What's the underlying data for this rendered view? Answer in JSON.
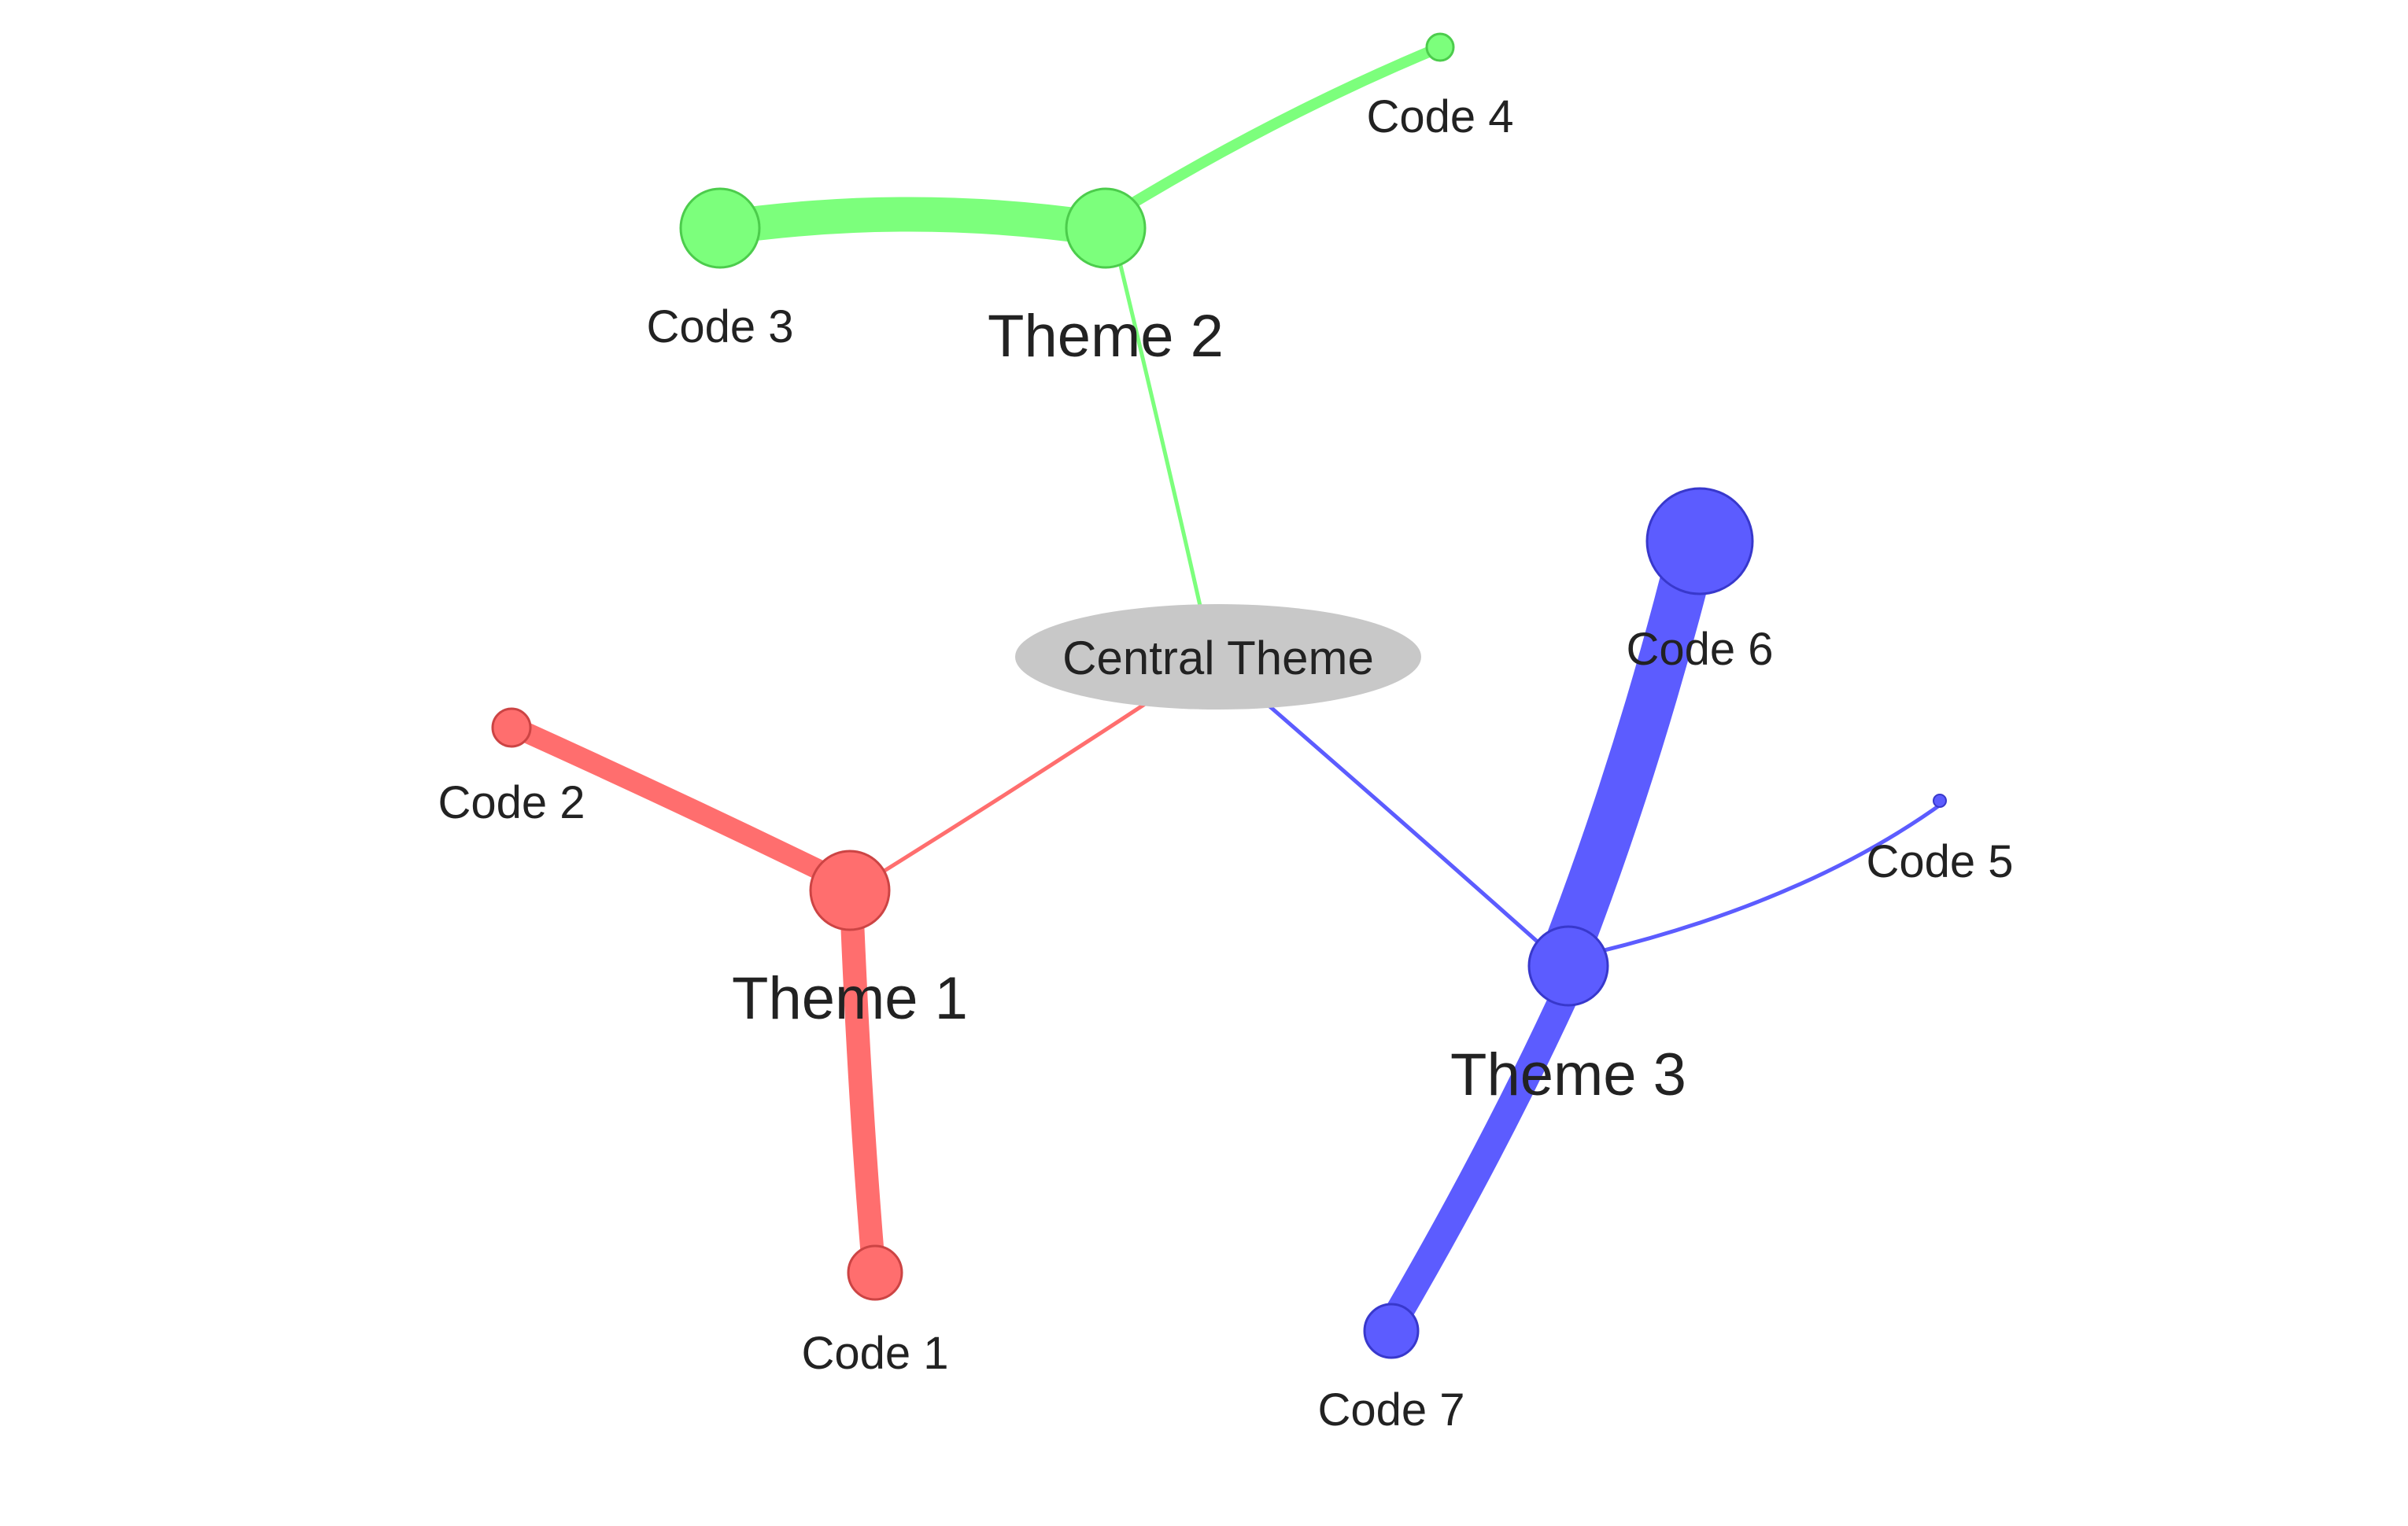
{
  "network": {
    "central": {
      "id": "central",
      "label": "Central Theme",
      "color": "#c8c8c8"
    },
    "themes": [
      {
        "id": "theme1",
        "label": "Theme 1",
        "color": "#ff6e6e"
      },
      {
        "id": "theme2",
        "label": "Theme 2",
        "color": "#7cff7c"
      },
      {
        "id": "theme3",
        "label": "Theme 3",
        "color": "#5c5cff"
      }
    ],
    "codes": [
      {
        "id": "code1",
        "label": "Code 1",
        "theme": "theme1"
      },
      {
        "id": "code2",
        "label": "Code 2",
        "theme": "theme1"
      },
      {
        "id": "code3",
        "label": "Code 3",
        "theme": "theme2"
      },
      {
        "id": "code4",
        "label": "Code 4",
        "theme": "theme2"
      },
      {
        "id": "code5",
        "label": "Code 5",
        "theme": "theme3"
      },
      {
        "id": "code6",
        "label": "Code 6",
        "theme": "theme3"
      },
      {
        "id": "code7",
        "label": "Code 7",
        "theme": "theme3"
      }
    ]
  }
}
